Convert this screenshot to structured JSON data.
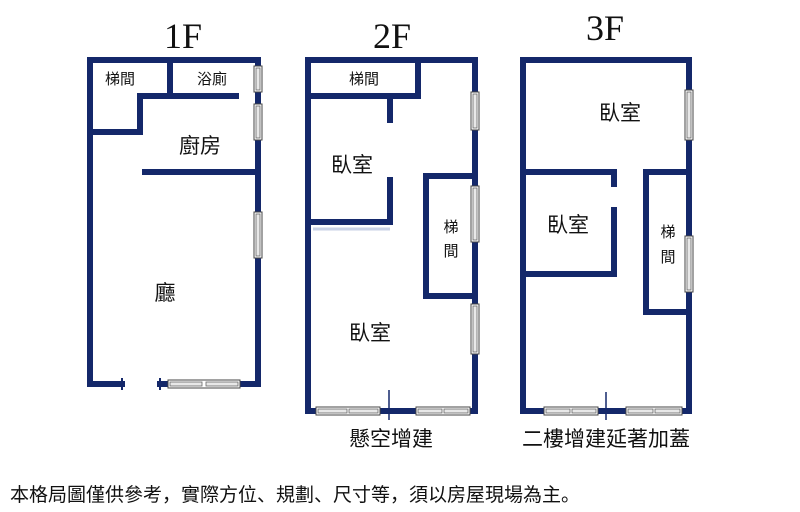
{
  "floors": [
    {
      "title": "1F",
      "rooms": {
        "stair": "梯間",
        "bath": "浴廁",
        "kitchen": "廚房",
        "living": "廳"
      }
    },
    {
      "title": "2F",
      "rooms": {
        "stair_top": "梯間",
        "bedroom_upper": "臥室",
        "stair_side_line1": "梯",
        "stair_side_line2": "間",
        "bedroom_lower": "臥室"
      },
      "note": "懸空增建"
    },
    {
      "title": "3F",
      "rooms": {
        "bedroom_top": "臥室",
        "bedroom_left": "臥室",
        "stair_side_line1": "梯",
        "stair_side_line2": "間"
      },
      "note": "二樓增建延著加蓋"
    }
  ],
  "disclaimer": "本格局圖僅供參考，實際方位、規劃、尺寸等，須以房屋現場為主。",
  "colors": {
    "wall": "#14286a",
    "background": "#ffffff",
    "text": "#111111"
  }
}
